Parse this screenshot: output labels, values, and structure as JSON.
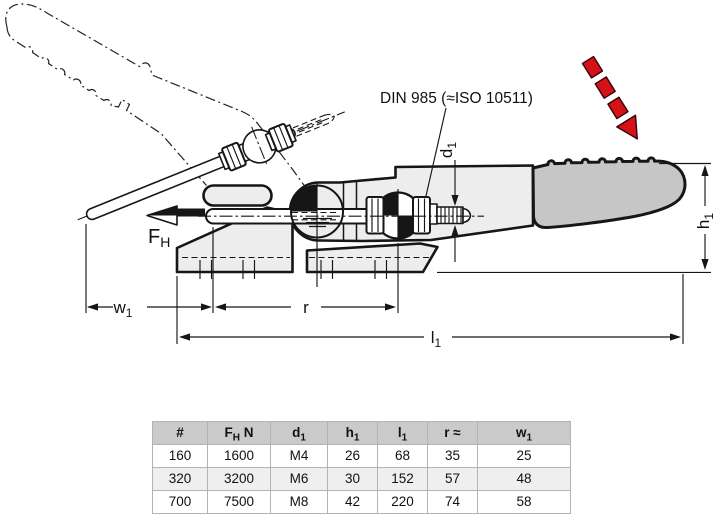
{
  "drawing": {
    "din_label": "DIN 985 (≈ISO 10511)",
    "labels": {
      "force": {
        "base": "F",
        "sub": "H"
      },
      "d1": {
        "base": "d",
        "sub": "1"
      },
      "h1": {
        "base": "h",
        "sub": "1"
      },
      "w1": {
        "base": "w",
        "sub": "1"
      },
      "r": {
        "base": "r"
      },
      "l1": {
        "base": "l",
        "sub": "1"
      }
    },
    "colors": {
      "red_arrow": "#d51317",
      "body_fill": "#ededed",
      "grip_fill": "#c6c6c6",
      "line_color": "#161616"
    }
  },
  "table": {
    "headers": [
      {
        "base": "#"
      },
      {
        "base": "F",
        "sub": "H",
        "suffix": " N"
      },
      {
        "base": "d",
        "sub": "1"
      },
      {
        "base": "h",
        "sub": "1"
      },
      {
        "base": "l",
        "sub": "1"
      },
      {
        "base": "r",
        "suffix": " ≈"
      },
      {
        "base": "w",
        "sub": "1"
      }
    ],
    "rows": [
      [
        "160",
        "1600",
        "M4",
        "26",
        "68",
        "35",
        "25"
      ],
      [
        "320",
        "3200",
        "M6",
        "30",
        "152",
        "57",
        "48"
      ],
      [
        "700",
        "7500",
        "M8",
        "42",
        "220",
        "74",
        "58"
      ]
    ]
  }
}
